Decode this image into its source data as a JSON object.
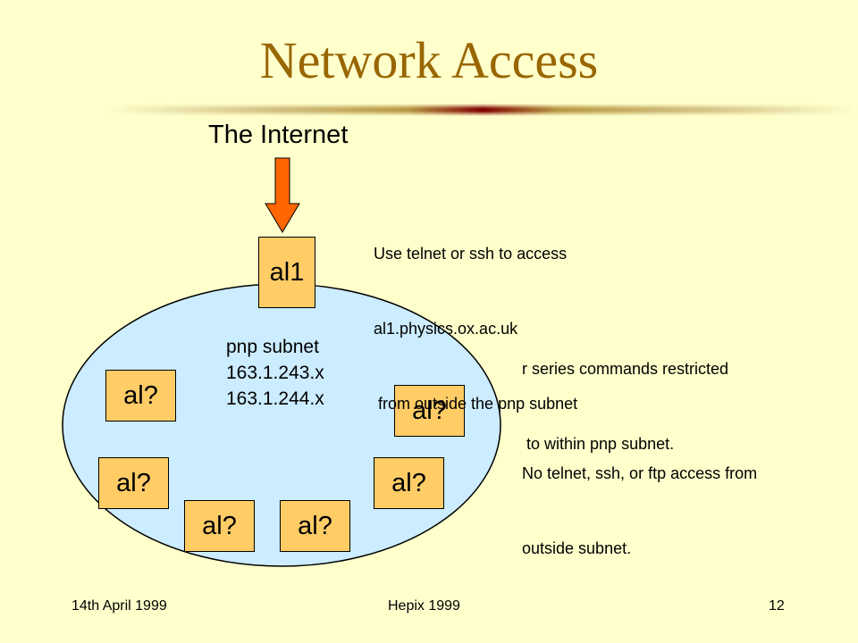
{
  "title": "Network Access",
  "internet_label": "The Internet",
  "gateway": {
    "label": "al1"
  },
  "subnet": {
    "name": "pnp subnet",
    "ranges": [
      "163.1.243.x",
      "163.1.244.x"
    ],
    "machines": [
      "al?",
      "al?",
      "al?",
      "al?",
      "al?",
      "al?"
    ]
  },
  "notes": {
    "telnet": [
      "Use telnet or ssh to access",
      "al1.physics.ox.ac.uk",
      " from outside the pnp subnet"
    ],
    "r_series": [
      "r series commands restricted",
      " to within pnp subnet."
    ],
    "no_access": [
      "No telnet, ssh, or ftp access from",
      "outside subnet."
    ]
  },
  "footer": {
    "date": "14th April 1999",
    "event": "Hepix 1999",
    "page": "12"
  },
  "colors": {
    "background": "#FFFFCC",
    "title": "#996600",
    "subnet_fill": "#CCECFF",
    "box_fill": "#FFCC66",
    "arrow_fill": "#FF6600"
  }
}
